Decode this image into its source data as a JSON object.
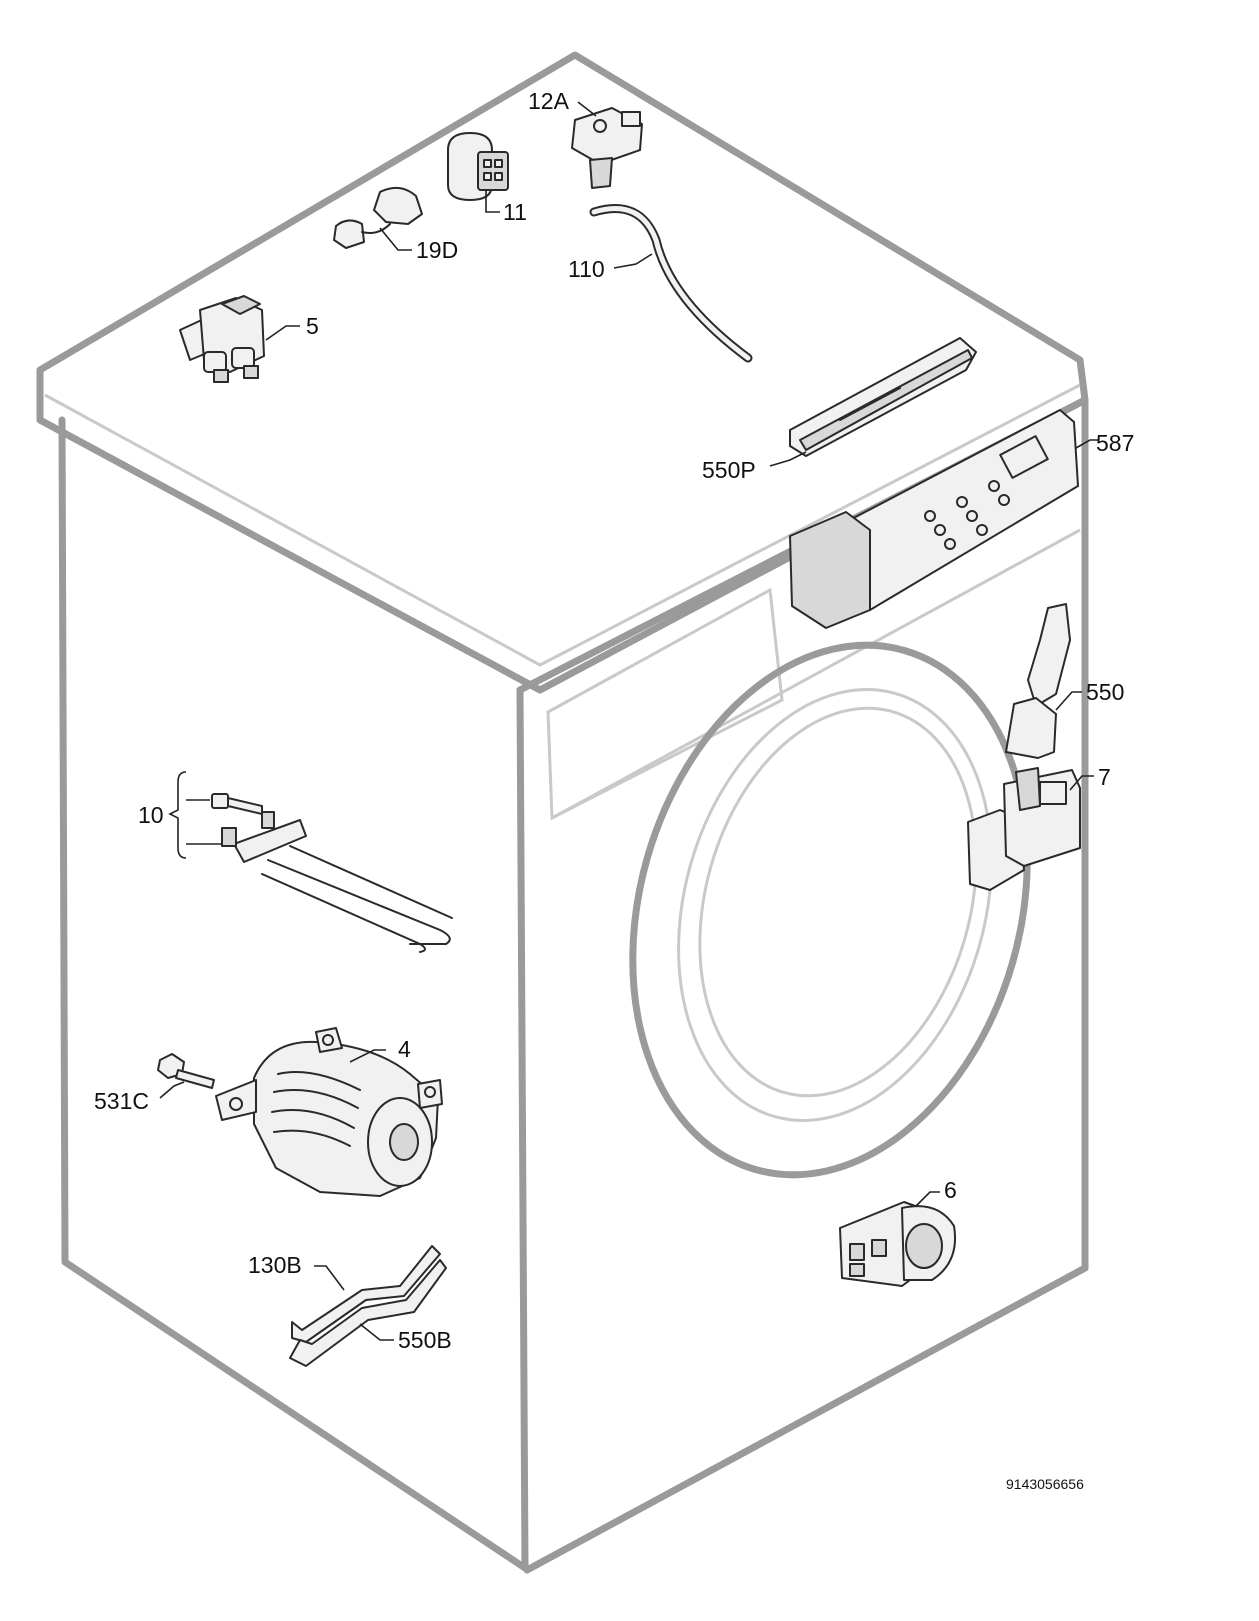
{
  "callouts": {
    "c12a": "12A",
    "c11": "11",
    "c19d": "19D",
    "c110": "110",
    "c5": "5",
    "c550p": "550P",
    "c587": "587",
    "c550": "550",
    "c7": "7",
    "c10": "10",
    "c4": "4",
    "c531c": "531C",
    "c6": "6",
    "c130b": "130B",
    "c550b": "550B"
  },
  "drawing_code": "9143056656",
  "colors": {
    "ink": "#111111",
    "cabinet_stroke": "#9a9a9a",
    "part_fill": "#f1f1f1"
  }
}
